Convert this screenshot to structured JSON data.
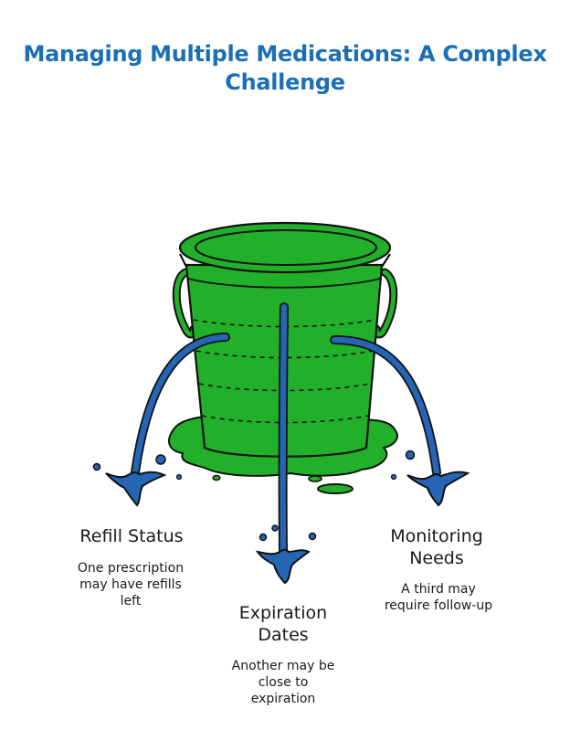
{
  "title": {
    "line1": "Managing Multiple Medications: A Complex",
    "line2": "Challenge"
  },
  "items": [
    {
      "label_lines": [
        "Refill Status"
      ],
      "desc_lines": [
        "One prescription",
        "may have refills",
        "left"
      ]
    },
    {
      "label_lines": [
        "Expiration",
        "Dates"
      ],
      "desc_lines": [
        "Another may be",
        "close to",
        "expiration"
      ]
    },
    {
      "label_lines": [
        "Monitoring",
        "Needs"
      ],
      "desc_lines": [
        "A third may",
        "require follow-up"
      ]
    }
  ],
  "icons": [
    "leaking-bucket-icon",
    "water-splash-icon"
  ],
  "colors": {
    "title": "#1a6fb5",
    "bucket": "#22b02a",
    "bucket_outline": "#111111",
    "water": "#2565b5",
    "text": "#1a1a1a",
    "background": "#ffffff"
  }
}
